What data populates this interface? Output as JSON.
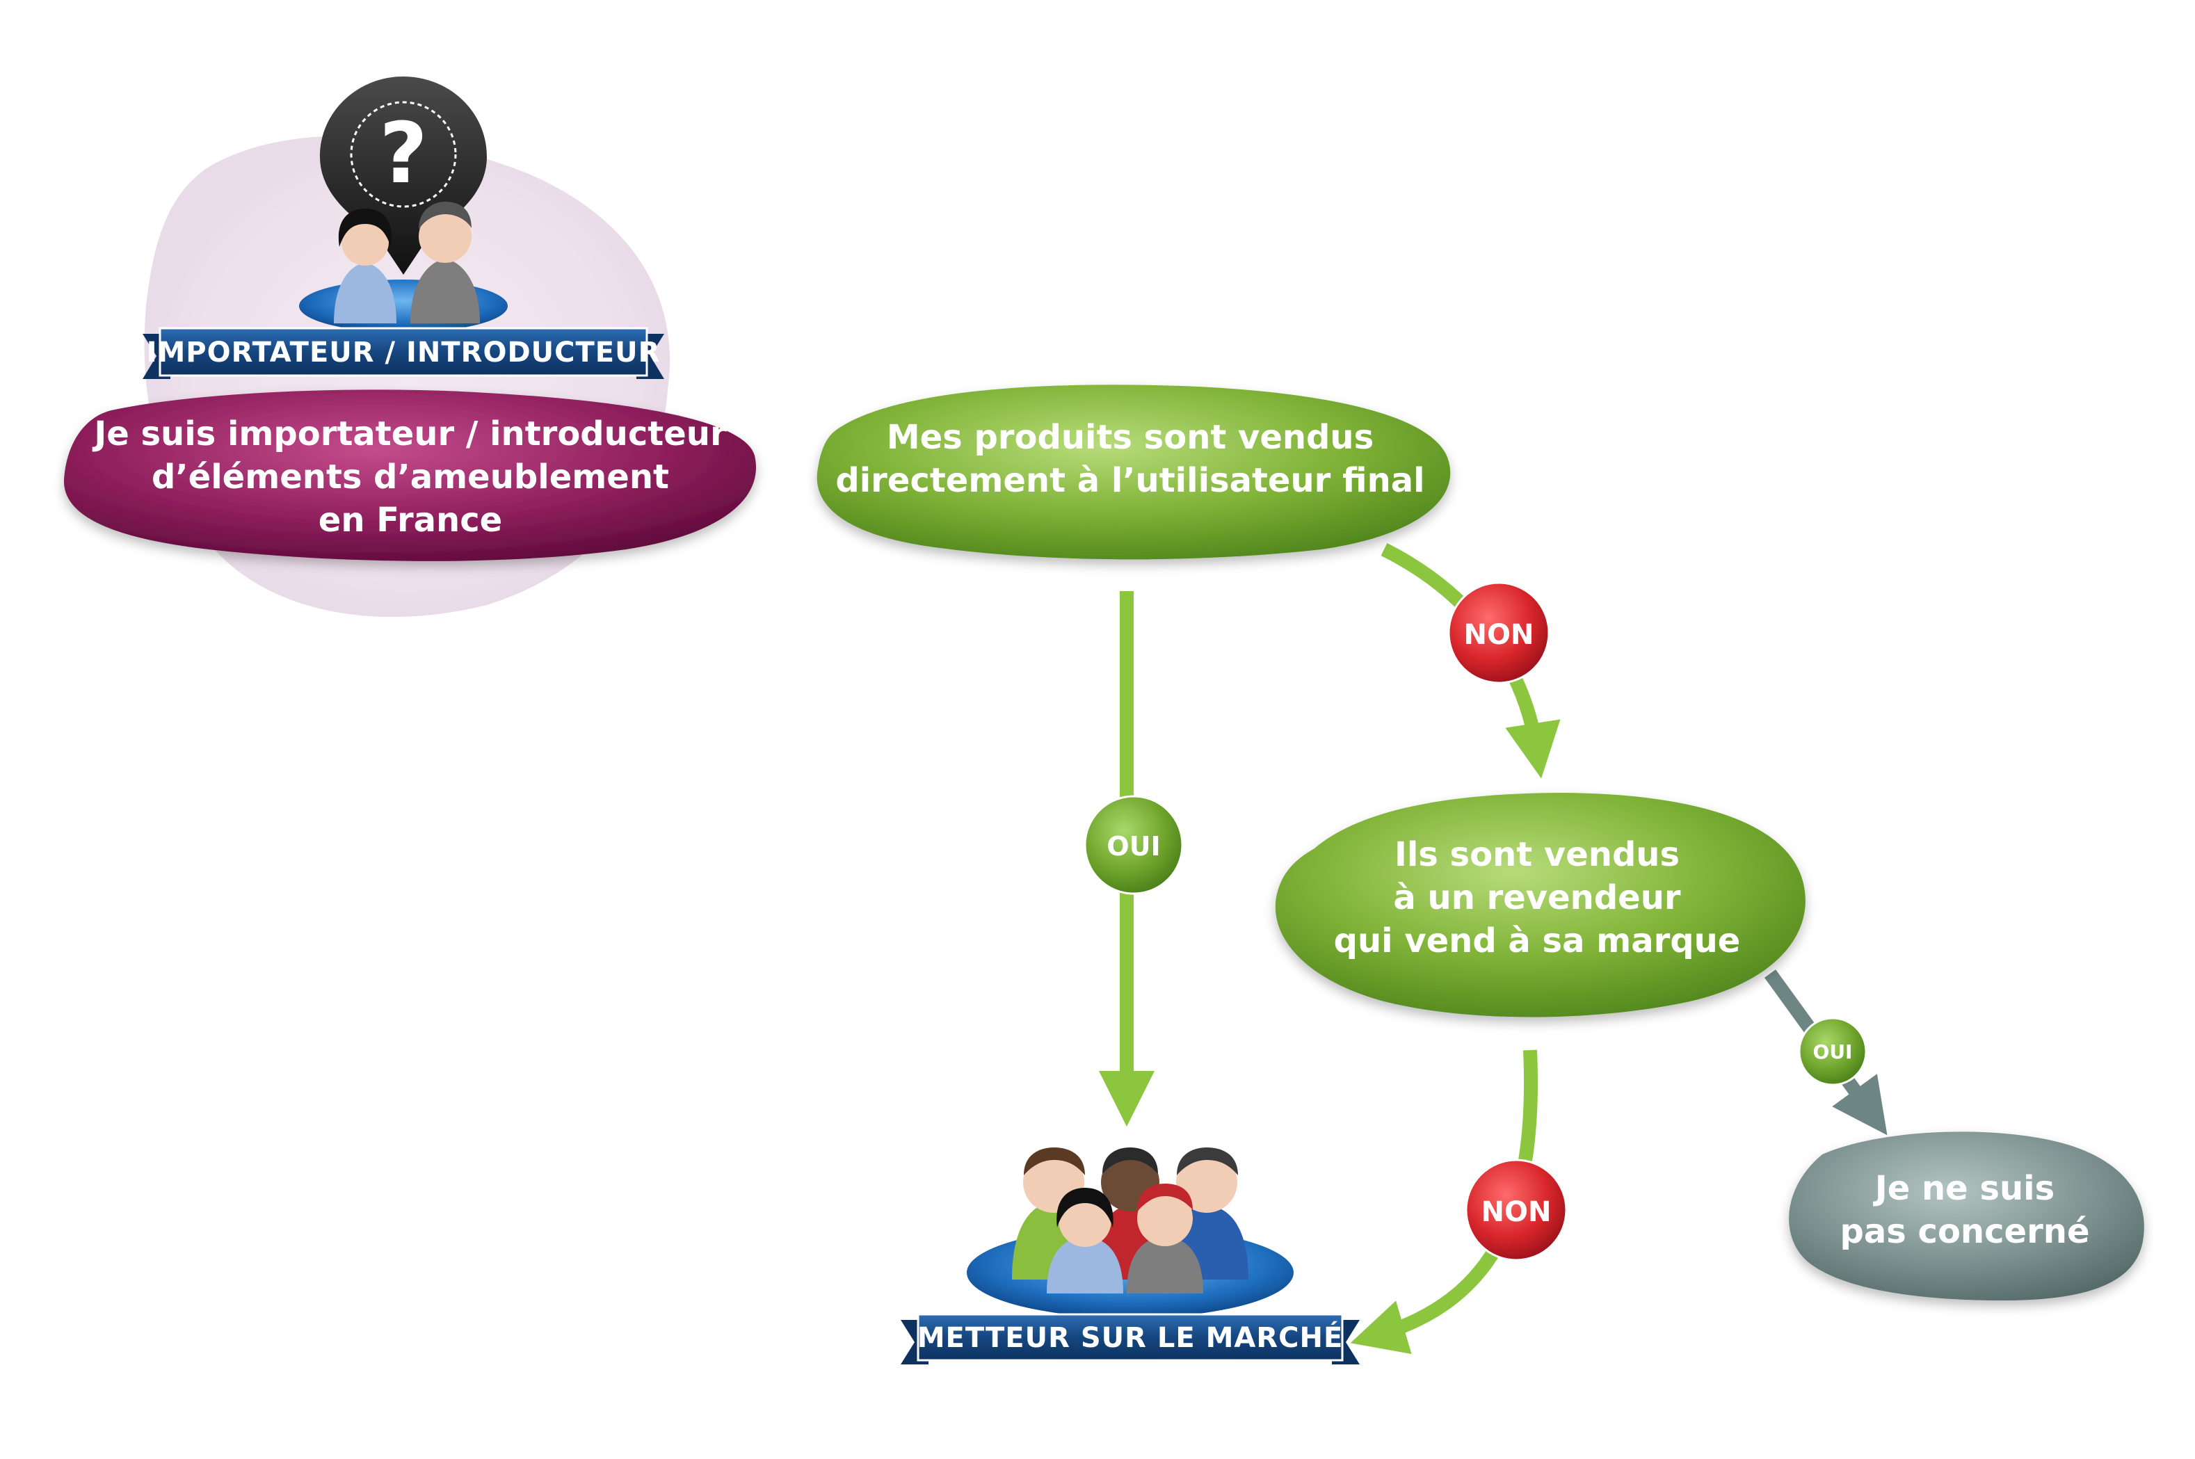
{
  "colors": {
    "purple": "#8e1f5c",
    "green": "#7fb236",
    "green_dark": "#5d9224",
    "red": "#d8262b",
    "grey": "#7d9290",
    "ribbon_blue": "#1a4e8a",
    "arrow_green": "#8cc63f",
    "arrow_grey": "#6d8583",
    "halo": "#efe4ee"
  },
  "icons": {
    "top_marker": "question-mark-pin-icon",
    "importer_people": "two-people-icon",
    "market_people": "group-people-icon"
  },
  "nodes": {
    "importer_ribbon": "IMPORTATEUR / INTRODUCTEUR",
    "importer_statement": [
      "Je suis importateur / introducteur",
      "d’éléments d’ameublement",
      "en France"
    ],
    "question1": [
      "Mes produits sont vendus",
      "directement à l’utilisateur final"
    ],
    "question2": [
      "Ils sont vendus",
      "à un revendeur",
      "qui vend à sa marque"
    ],
    "not_concerned": [
      "Je ne suis",
      "pas concerné"
    ],
    "market_ribbon": "METTEUR SUR LE MARCHÉ"
  },
  "badges": {
    "q1_yes": "OUI",
    "q1_no": "NON",
    "q2_yes": "OUI",
    "q2_no": "NON"
  }
}
